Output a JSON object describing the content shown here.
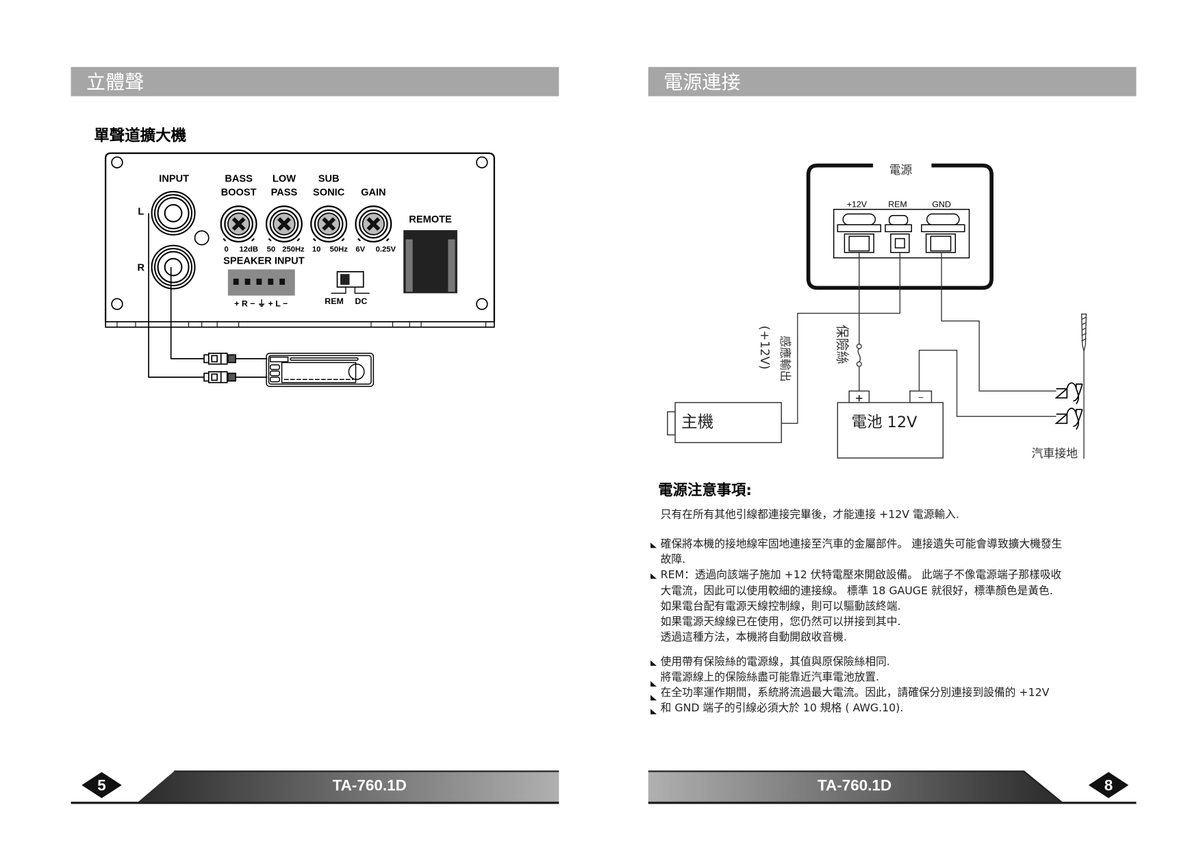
{
  "left_page": {
    "section_title": "立體聲",
    "subtitle": "單聲道擴大機",
    "panel": {
      "input_label": "INPUT",
      "left_label": "L",
      "right_label": "R",
      "knobs": [
        {
          "line1": "BASS",
          "line2": "BOOST",
          "min": "0",
          "max": "12dB"
        },
        {
          "line1": "LOW",
          "line2": "PASS",
          "min": "50",
          "max": "250Hz"
        },
        {
          "line1": "SUB",
          "line2": "SONIC",
          "min": "10",
          "max": "50Hz"
        },
        {
          "line1": "",
          "line2": "GAIN",
          "min": "6V",
          "max": "0.25V"
        }
      ],
      "speaker_input_label": "SPEAKER INPUT",
      "speaker_terminals": "+ R − ⏚ + L −",
      "switch_rem": "REM",
      "switch_dc": "DC",
      "remote_label": "REMOTE"
    },
    "footer": {
      "page_number": "5",
      "model": "TA-760.1D"
    }
  },
  "right_page": {
    "section_title": "電源連接",
    "diagram": {
      "power_label": "電源",
      "terminals": [
        "+12V",
        "REM",
        "GND"
      ],
      "remote_voltage": "(+12V)",
      "remote_output": "感應輸出",
      "fuse": "保險絲",
      "head_unit": "主機",
      "battery": "電池 12V",
      "battery_plus": "+",
      "battery_minus": "−",
      "chassis_ground": "汽車接地"
    },
    "notes": {
      "title": "電源注意事項:",
      "lines": [
        "只有在所有其他引線都連接完畢後，才能連接 +12V 電源輸入.",
        "確保將本機的接地線牢固地連接至汽車的金屬部件。 連接遺失可能會導致擴大機發生",
        "故障.",
        "REM：透過向該端子施加 +12 伏特電壓來開啟設備。 此端子不像電源端子那樣吸收",
        "大電流，因此可以使用較細的連接線。 標準 18 GAUGE 就很好，標準顏色是黃色.",
        "如果電台配有電源天線控制線，則可以驅動該終端.",
        "如果電源天線線已在使用，您仍然可以拼接到其中.",
        "透過這種方法，本機將自動開啟收音機.",
        "使用帶有保險絲的電源線，其值與原保險絲相同.",
        "將電源線上的保險絲盡可能靠近汽車電池放置.",
        "在全功率運作期間，系統將流過最大電流。因此，請確保分別連接到設備的 +12V",
        "和 GND 端子的引線必須大於 10 規格 ( AWG.10)."
      ]
    },
    "footer": {
      "page_number": "8",
      "model": "TA-760.1D"
    }
  },
  "colors": {
    "header_bar": "#a6a6a6",
    "dark": "#222222"
  }
}
